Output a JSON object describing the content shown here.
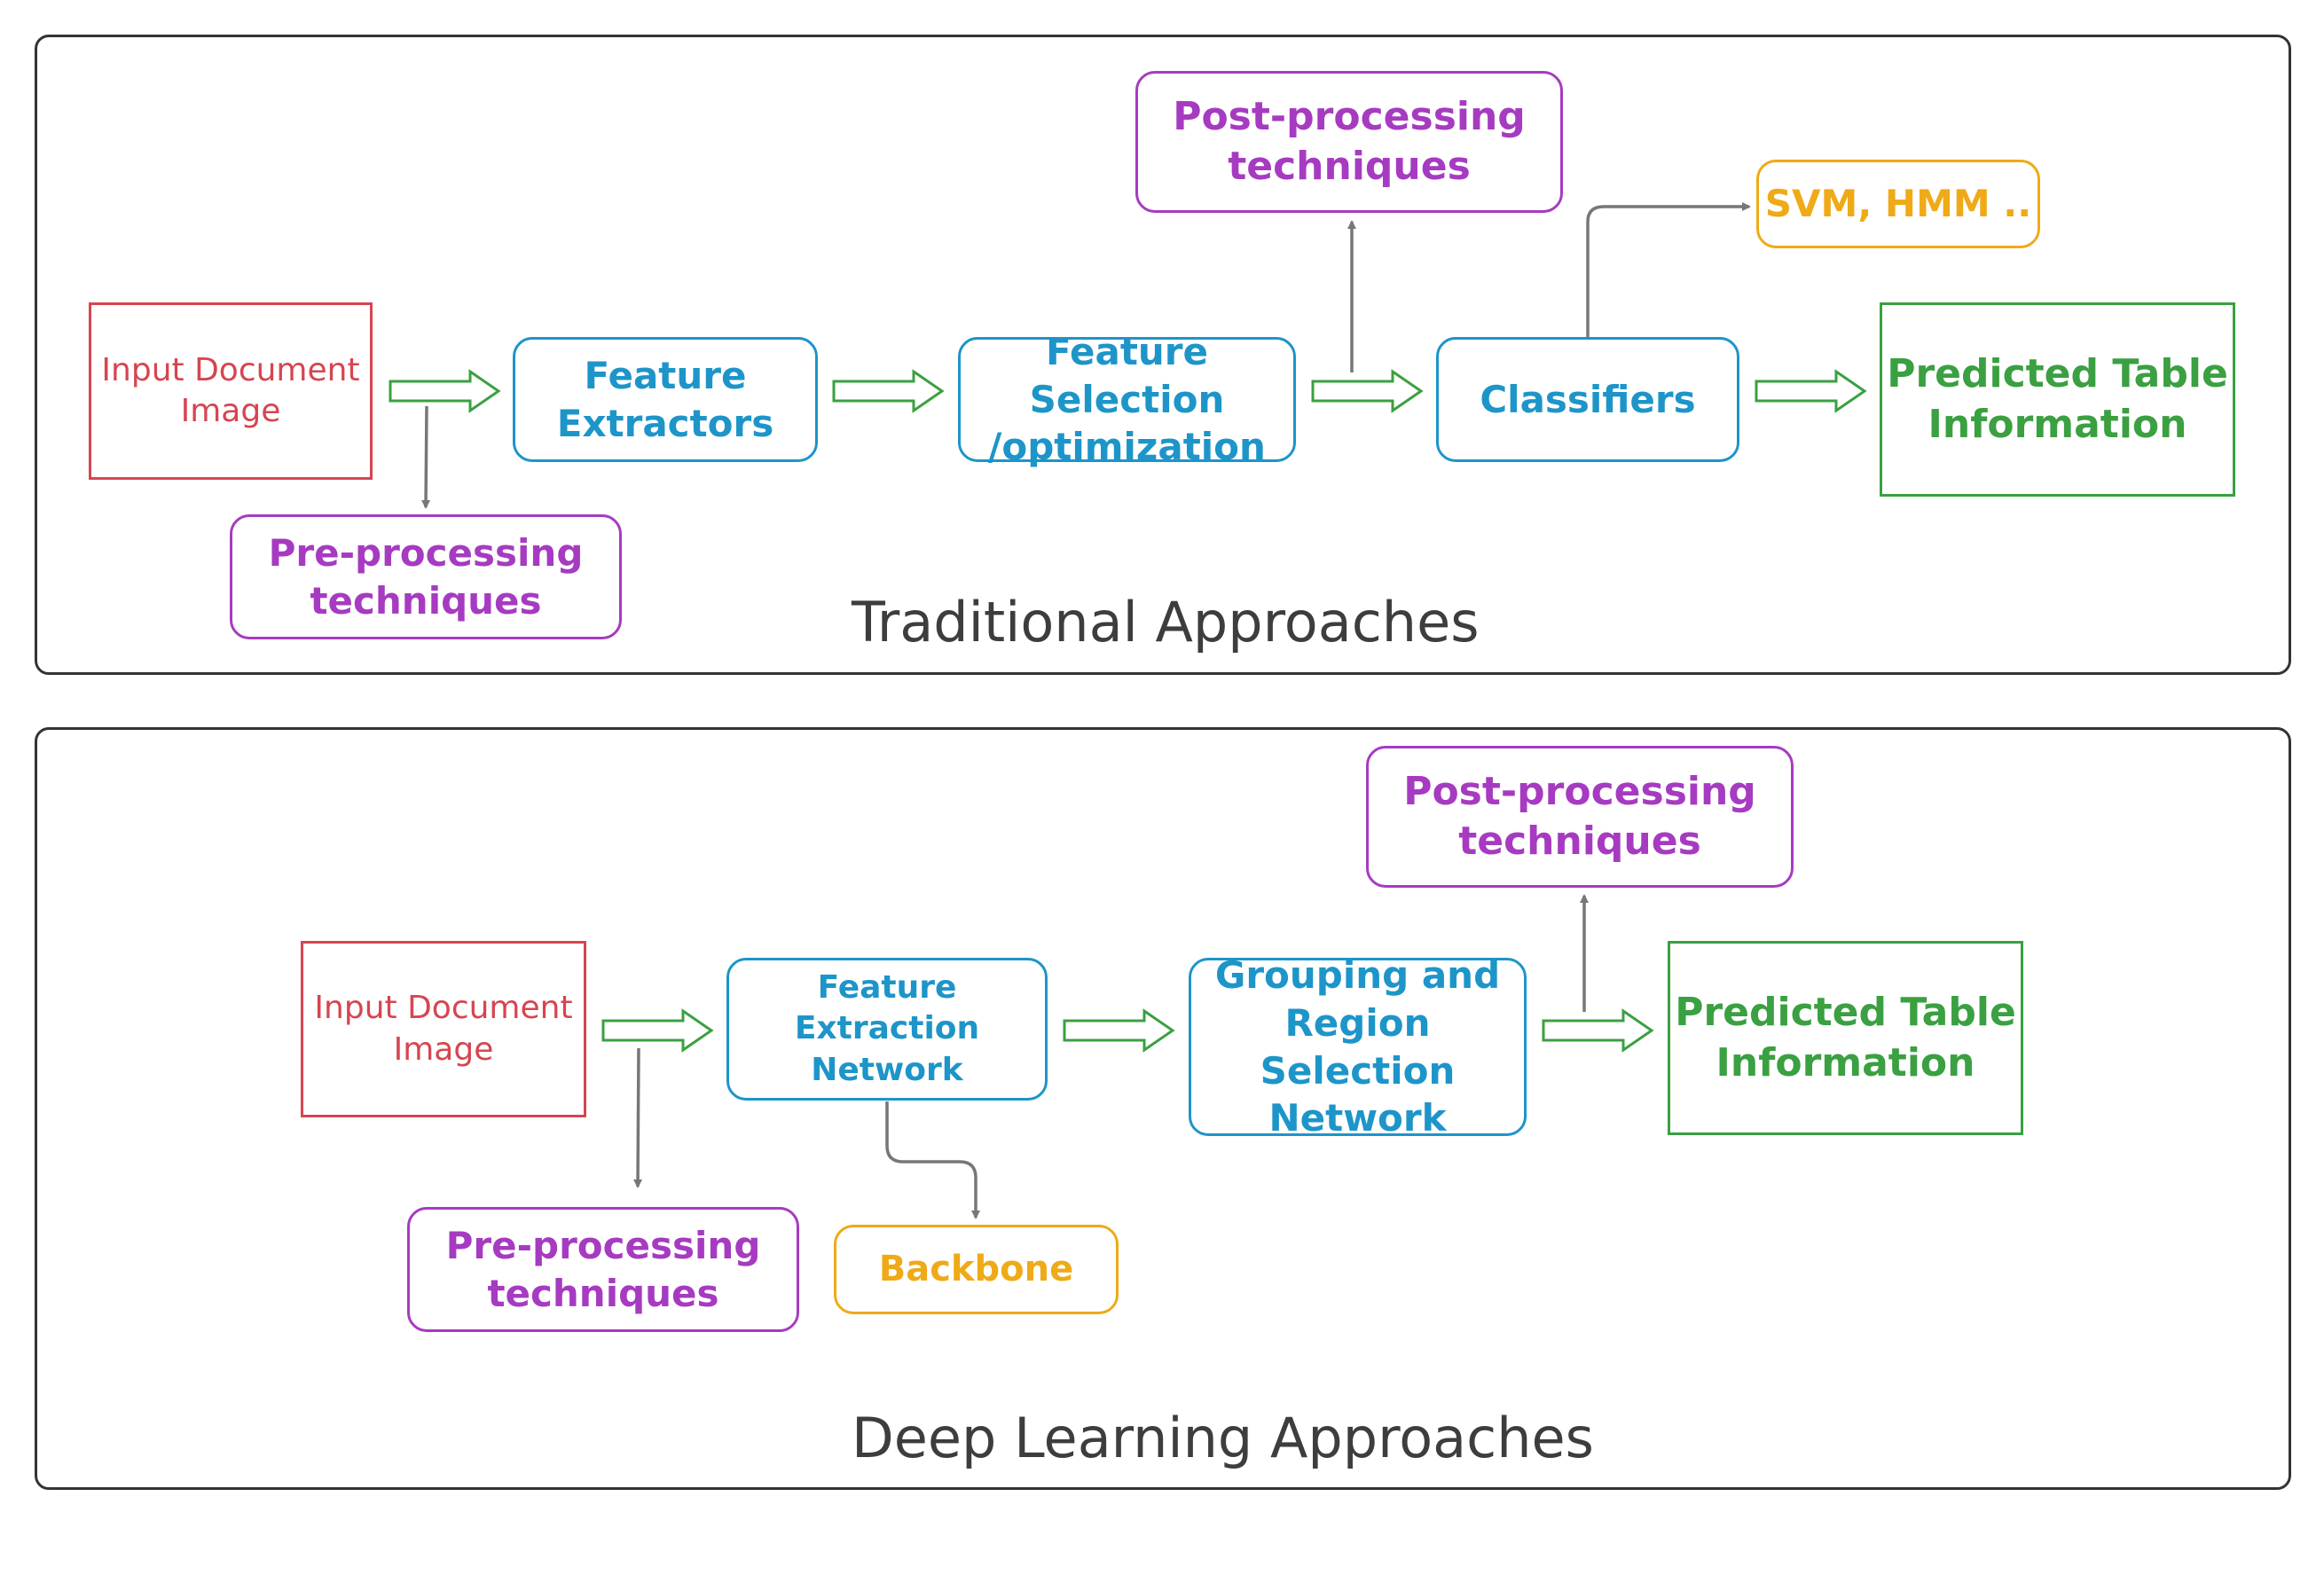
{
  "traditional": {
    "title": "Traditional  Approaches",
    "input": "Input Document\nImage",
    "preprocessing": "Pre-processing\ntechniques",
    "feature_extractors": "Feature\nExtractors",
    "feature_selection": "Feature Selection\n/optimization",
    "postprocessing": "Post-processing\ntechniques",
    "classifiers": "Classifiers",
    "svm_hmm": "SVM, HMM ..",
    "predicted": "Predicted Table\nInformation"
  },
  "deep_learning": {
    "title": "Deep Learning Approaches",
    "input": "Input Document\nImage",
    "preprocessing": "Pre-processing\ntechniques",
    "feature_extraction": "Feature Extraction\nNetwork",
    "backbone": "Backbone",
    "grouping": "Grouping and\nRegion Selection\nNetwork",
    "postprocessing": "Post-processing\ntechniques",
    "predicted": "Predicted Table\nInformation"
  },
  "colors": {
    "input": "#d64550",
    "model": "#1d95c9",
    "processing": "#a63bc1",
    "auxiliary": "#efaa17",
    "output": "#3aa041",
    "connector": "#777777",
    "panel_border": "#333333"
  }
}
